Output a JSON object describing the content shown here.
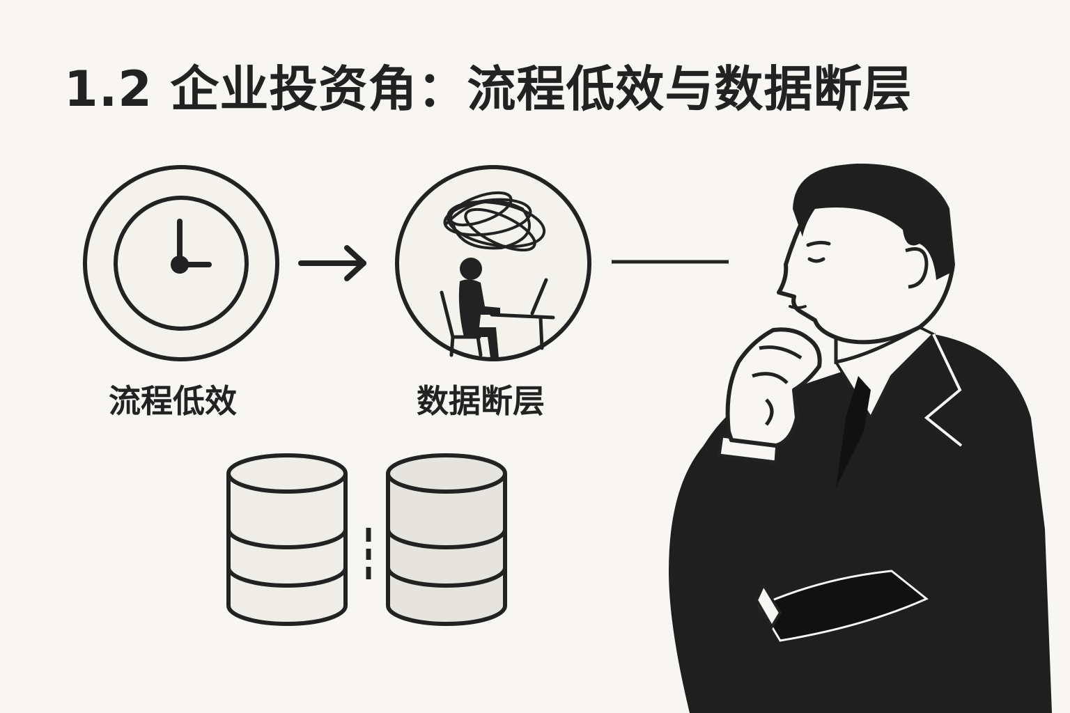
{
  "title": "1.2 企业投资角：流程低效与数据断层",
  "labels": {
    "process": "流程低效",
    "data": "数据断层"
  },
  "colors": {
    "ink": "#222222",
    "suit": "#1e1f1e",
    "fill": "#efede7",
    "background": "#f7f6f2"
  },
  "icons": [
    "clock-icon",
    "arrow-right-icon",
    "stressed-worker-icon",
    "connector-line",
    "database-icon",
    "database-icon",
    "gap-dashes",
    "thinking-businessman-figure"
  ]
}
